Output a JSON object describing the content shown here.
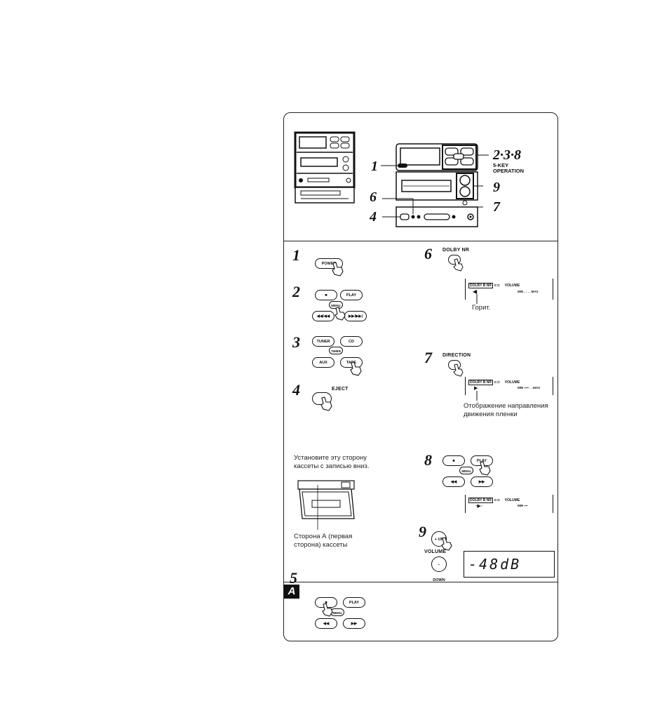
{
  "callouts": {
    "c1": "1",
    "c238": "2·3·8",
    "key_op": "5-KEY",
    "key_op2": "OPERATION",
    "c9": "9",
    "c6": "6",
    "c7": "7",
    "c4": "4"
  },
  "steps": {
    "s1": "1",
    "s2": "2",
    "s3": "3",
    "s4": "4",
    "s5": "5",
    "s6": "6",
    "s7": "7",
    "s8": "8",
    "s9": "9"
  },
  "buttons": {
    "power": "POWER",
    "stop": "■",
    "play": "PLAY",
    "menu": "MENU",
    "rew": "◀◀/◀◀",
    "ff": "▶▶/▶▶|",
    "tuner": "TUNER",
    "cd": "CD",
    "timer": "TIMER",
    "aux": "AUX",
    "tape": "TAPE",
    "eject_label": "EJECT",
    "dolby_nr": "DOLBY NR",
    "direction": "DIRECTION",
    "rew8": "◀◀",
    "ff8": "▶▶",
    "up": "+ UP",
    "down": "− DOWN",
    "volume": "VOLUME",
    "section_a": "A"
  },
  "display": {
    "dolby": "DOLBY B NR",
    "repeat": "⊂⊃",
    "volume": "VOLUME",
    "min": "MIN",
    "max": "MAX",
    "db_readout": "-48dB"
  },
  "text": {
    "lit": "Горит.",
    "direction_caption": "Отображение направления движения пленки",
    "insert_1": "Установите эту сторону",
    "insert_2": "кассеты с записью вниз.",
    "side_a_1": "Сторона А (первая",
    "side_a_2": "сторона) кассеты"
  }
}
